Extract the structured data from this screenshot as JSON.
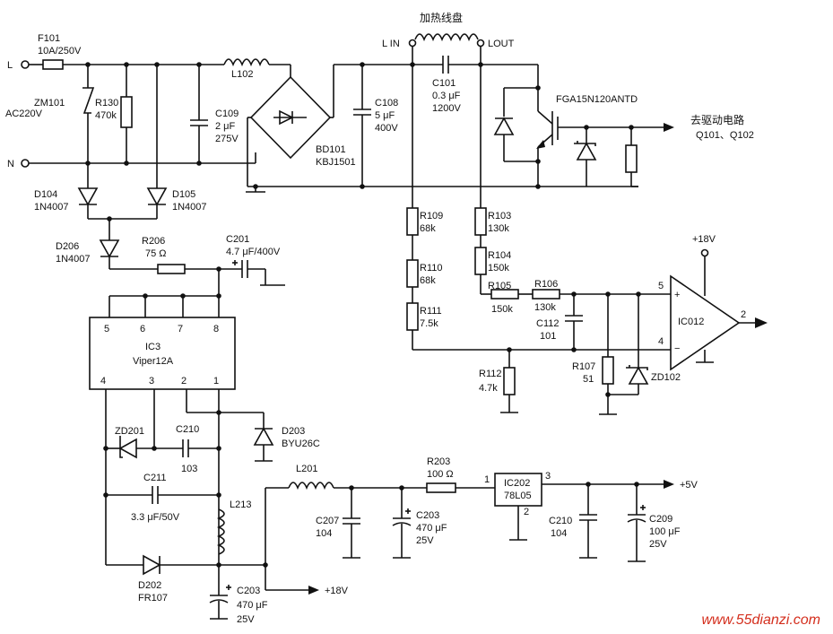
{
  "labels": {
    "L": "L",
    "N": "N",
    "AC": "AC220V",
    "F101": "F101",
    "F101v": "10A/250V",
    "ZM101": "ZM101",
    "R130": "R130",
    "R130v": "470k",
    "L102": "L102",
    "C109": "C109",
    "C109a": "2 μF",
    "C109b": "275V",
    "BD101": "BD101",
    "BD101v": "KBJ1501",
    "C108": "C108",
    "C108a": "5 μF",
    "C108b": "400V",
    "coil": "加热线盘",
    "LIN": "L IN",
    "LOUT": "LOUT",
    "C101": "C101",
    "C101a": "0.3 μF",
    "C101b": "1200V",
    "IGBT": "FGA15N120ANTD",
    "drive": "去驱动电路",
    "driveq": "Q101、Q102",
    "D104": "D104",
    "D104v": "1N4007",
    "D105": "D105",
    "D105v": "1N4007",
    "D206": "D206",
    "D206v": "1N4007",
    "R206": "R206",
    "R206v": "75 Ω",
    "C201": "C201",
    "C201v": "4.7 μF/400V",
    "R109": "R109",
    "R109v": "68k",
    "R110": "R110",
    "R110v": "68k",
    "R111": "R111",
    "R111v": "7.5k",
    "R103": "R103",
    "R103v": "130k",
    "R104": "R104",
    "R104v": "150k",
    "R105": "R105",
    "R105v": "150k",
    "R106": "R106",
    "R106v": "130k",
    "C112": "C112",
    "C112v": "101",
    "R107": "R107",
    "R107v": "51",
    "ZD102": "ZD102",
    "R112": "R112",
    "R112v": "4.7k",
    "p18": "+18V",
    "IC012": "IC012",
    "pin5": "5",
    "pin4": "4",
    "pin2": "2",
    "plus": "+",
    "minus": "−",
    "IC3": "IC3",
    "IC3v": "Viper12A",
    "ic3p5": "5",
    "ic3p6": "6",
    "ic3p7": "7",
    "ic3p8": "8",
    "ic3p4": "4",
    "ic3p3": "3",
    "ic3p2": "2",
    "ic3p1": "1",
    "ZD201": "ZD201",
    "C210a": "C210",
    "C210av": "103",
    "D203": "D203",
    "D203v": "BYU26C",
    "C211": "C211",
    "C211v": "3.3 μF/50V",
    "L213": "L213",
    "D202": "D202",
    "D202v": "FR107",
    "C203a": "C203",
    "C203av": "470 μF",
    "C203ab": "25V",
    "out18": "+18V",
    "L201": "L201",
    "C207": "C207",
    "C207v": "104",
    "C203b": "C203",
    "C203bv": "470 μF",
    "C203bb": "25V",
    "R203": "R203",
    "R203v": "100 Ω",
    "IC202": "IC202",
    "IC202v": "78L05",
    "ic202p1": "1",
    "ic202p2": "2",
    "ic202p3": "3",
    "C210b": "C210",
    "C210bv": "104",
    "C209": "C209",
    "C209v": "100 μF",
    "C209b": "25V",
    "out5": "+5V",
    "watermark": "www.55dianzi.com"
  }
}
